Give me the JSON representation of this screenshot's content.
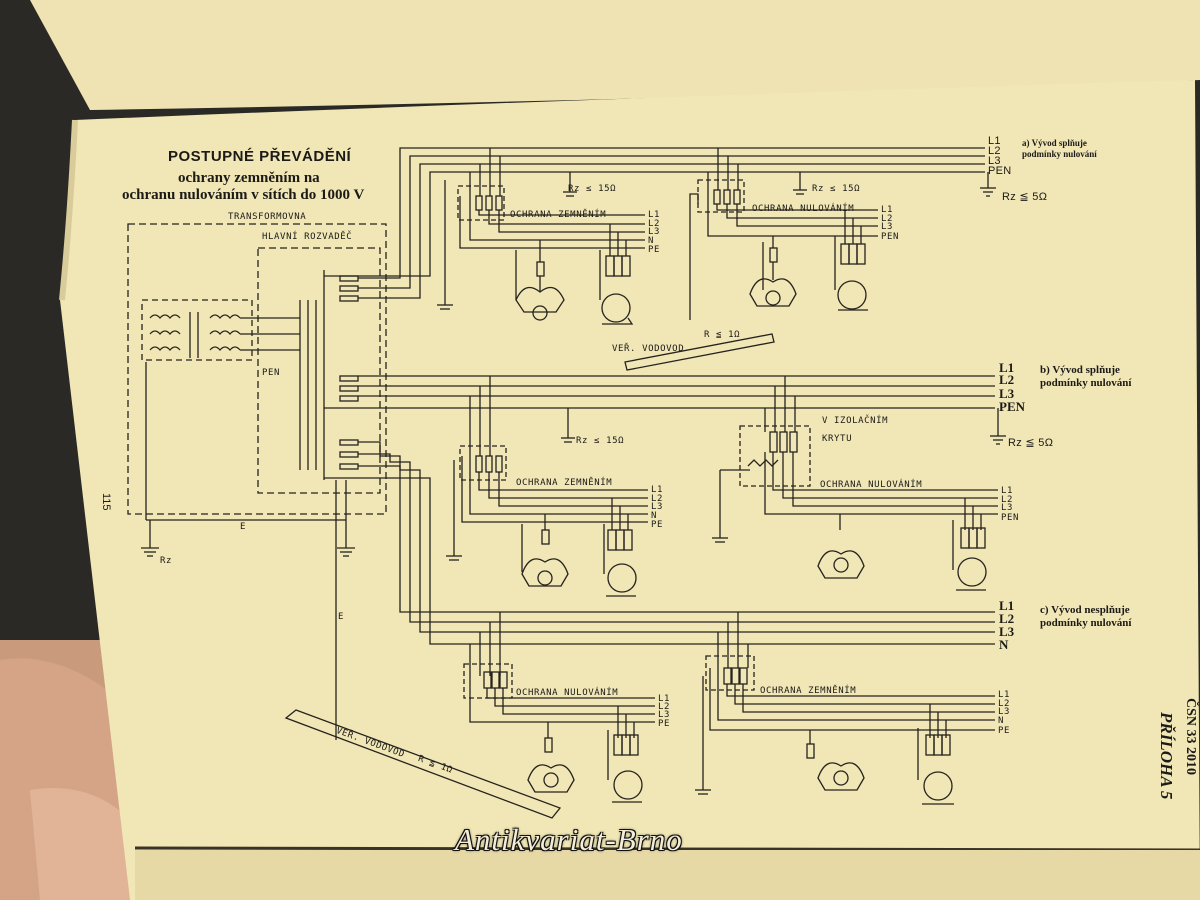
{
  "title": {
    "line1": "POSTUPNÉ PŘEVÁDĚNÍ",
    "line2": "ochrany zemněním na",
    "line3": "ochranu nulováním v sítích do 1000 V"
  },
  "labels": {
    "transformovna": "TRANSFORMOVNA",
    "hlavni_rozvadec": "HLAVNÍ ROZVADĚČ",
    "pen": "PEN",
    "e": "E",
    "rz": "Rz",
    "rz_15": "Rz ≤ 15Ω",
    "rz_5": "Rz ≦ 5Ω",
    "ver_vodovod": "VEŘ. VODOVOD",
    "r_1": "R ≦ 1Ω",
    "ochrana_zemnenim": "OCHRANA ZEMNĚNÍM",
    "ochrana_nulovanim": "OCHRANA NULOVÁNÍM",
    "v_izolacnim_krytu": "V IZOLAČNÍM\nKRYTU"
  },
  "lines": {
    "l1": "L1",
    "l2": "L2",
    "l3": "L3",
    "pen": "PEN",
    "n": "N",
    "pe": "PE"
  },
  "notes": {
    "a": "a) Vývod splňuje\npodmínky nulování",
    "b": "b) Vývod splňuje\npodmínky nulování",
    "c": "c) Vývod nesplňuje\npodmínky nulování"
  },
  "page_number": "115",
  "side_text": {
    "priloha": "PŘÍLOHA 5",
    "csn": "ČSN 33 2010"
  },
  "watermark": "Antikvariat-Brno"
}
